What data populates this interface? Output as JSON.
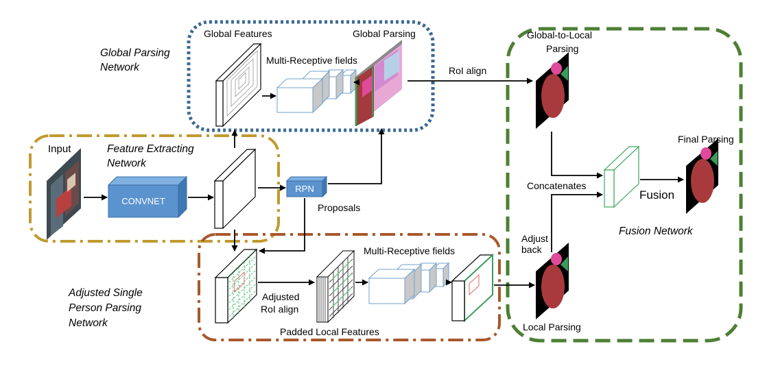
{
  "labels": {
    "input": "Input",
    "convnet": "CONVNET",
    "rpn": "RPN",
    "proposals": "Proposals",
    "global_features": "Global Features",
    "multi_receptive_top": "Multi-Receptive fields",
    "global_parsing": "Global Parsing",
    "roi_align": "RoI align",
    "global_to_local_1": "Global-to-Local",
    "global_to_local_2": "Parsing",
    "final_parsing": "Final Parsing",
    "concatenates": "Concatenates",
    "fusion": "Fusion",
    "adjust_1": "Adjust",
    "adjust_2": "back",
    "local_parsing": "Local Parsing",
    "multi_receptive_bottom": "Multi-Receptive fields",
    "adjusted_roi_1": "Adjusted",
    "adjusted_roi_2": "RoI align",
    "padded_local_features": "Padded Local Features"
  },
  "modules": {
    "global_parsing_1": "Global Parsing",
    "global_parsing_2": "Network",
    "feature_extracting_1": "Feature Extracting",
    "feature_extracting_2": "Network",
    "fusion_network": "Fusion Network",
    "adjusted_1": "Adjusted Single",
    "adjusted_2": "Person Parsing",
    "adjusted_3": "Network"
  },
  "colors": {
    "global_border": "#3d6a93",
    "feature_border": "#c09a2e",
    "adjusted_border": "#a8582b",
    "fusion_border": "#4e7f35",
    "block_blue": "#5b93cf",
    "parse_red": "#a83a3e",
    "parse_pink": "#e04a9a",
    "parse_green": "#3a9c5a"
  }
}
